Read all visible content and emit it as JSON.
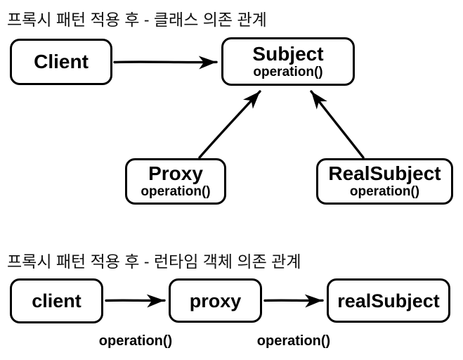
{
  "diagram": {
    "background_color": "#ffffff",
    "stroke_color": "#000000",
    "section1": {
      "title": "프록시 패턴 적용 후 - 클래스 의존 관계",
      "nodes": [
        {
          "id": "Client",
          "label": "Client",
          "sub": ""
        },
        {
          "id": "Subject",
          "label": "Subject",
          "sub": "operation()"
        },
        {
          "id": "Proxy",
          "label": "Proxy",
          "sub": "operation()"
        },
        {
          "id": "RealSubject",
          "label": "RealSubject",
          "sub": "operation()"
        }
      ],
      "edges": [
        {
          "from": "Client",
          "to": "Subject",
          "style": "solid-arrow"
        },
        {
          "from": "Proxy",
          "to": "Subject",
          "style": "solid-arrow"
        },
        {
          "from": "RealSubject",
          "to": "Subject",
          "style": "solid-arrow"
        }
      ]
    },
    "section2": {
      "title": "프록시 패턴 적용 후 - 런타임 객체 의존 관계",
      "nodes": [
        {
          "id": "client",
          "label": "client"
        },
        {
          "id": "proxy",
          "label": "proxy"
        },
        {
          "id": "realSubject",
          "label": "realSubject"
        }
      ],
      "edges": [
        {
          "from": "client",
          "to": "proxy",
          "label": "operation()",
          "style": "solid-arrow"
        },
        {
          "from": "proxy",
          "to": "realSubject",
          "label": "operation()",
          "style": "solid-arrow"
        }
      ]
    }
  }
}
